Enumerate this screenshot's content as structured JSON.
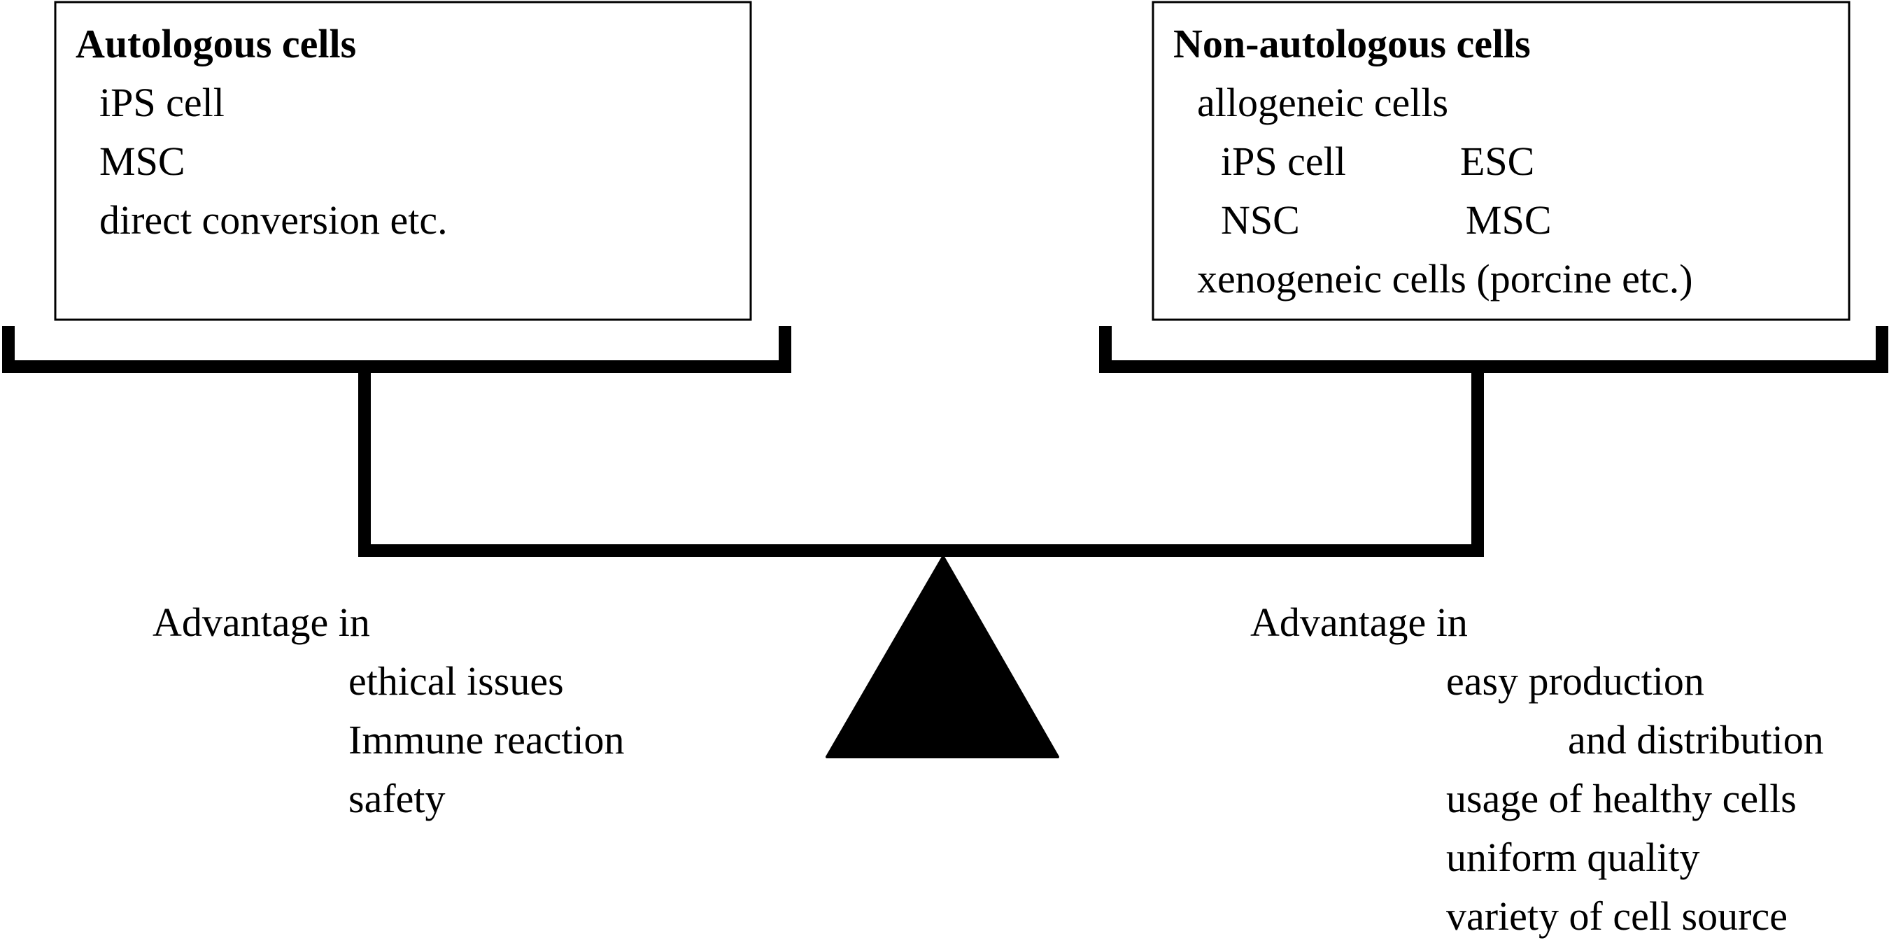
{
  "left_box": {
    "title": "Autologous cells",
    "items": [
      "iPS cell",
      "MSC",
      "direct conversion etc."
    ]
  },
  "right_box": {
    "title": "Non-autologous cells",
    "subtitle": "allogeneic cells",
    "grid": [
      "iPS cell",
      "ESC",
      "NSC",
      "MSC"
    ],
    "last_item": "xenogeneic cells (porcine etc.)"
  },
  "left_advantage": {
    "heading": "Advantage in",
    "items": [
      "ethical issues",
      "Immune reaction",
      "safety"
    ]
  },
  "right_advantage": {
    "heading": "Advantage in",
    "items": [
      "easy production",
      "and distribution",
      "usage of healthy cells",
      "uniform quality",
      "variety of cell source"
    ]
  }
}
